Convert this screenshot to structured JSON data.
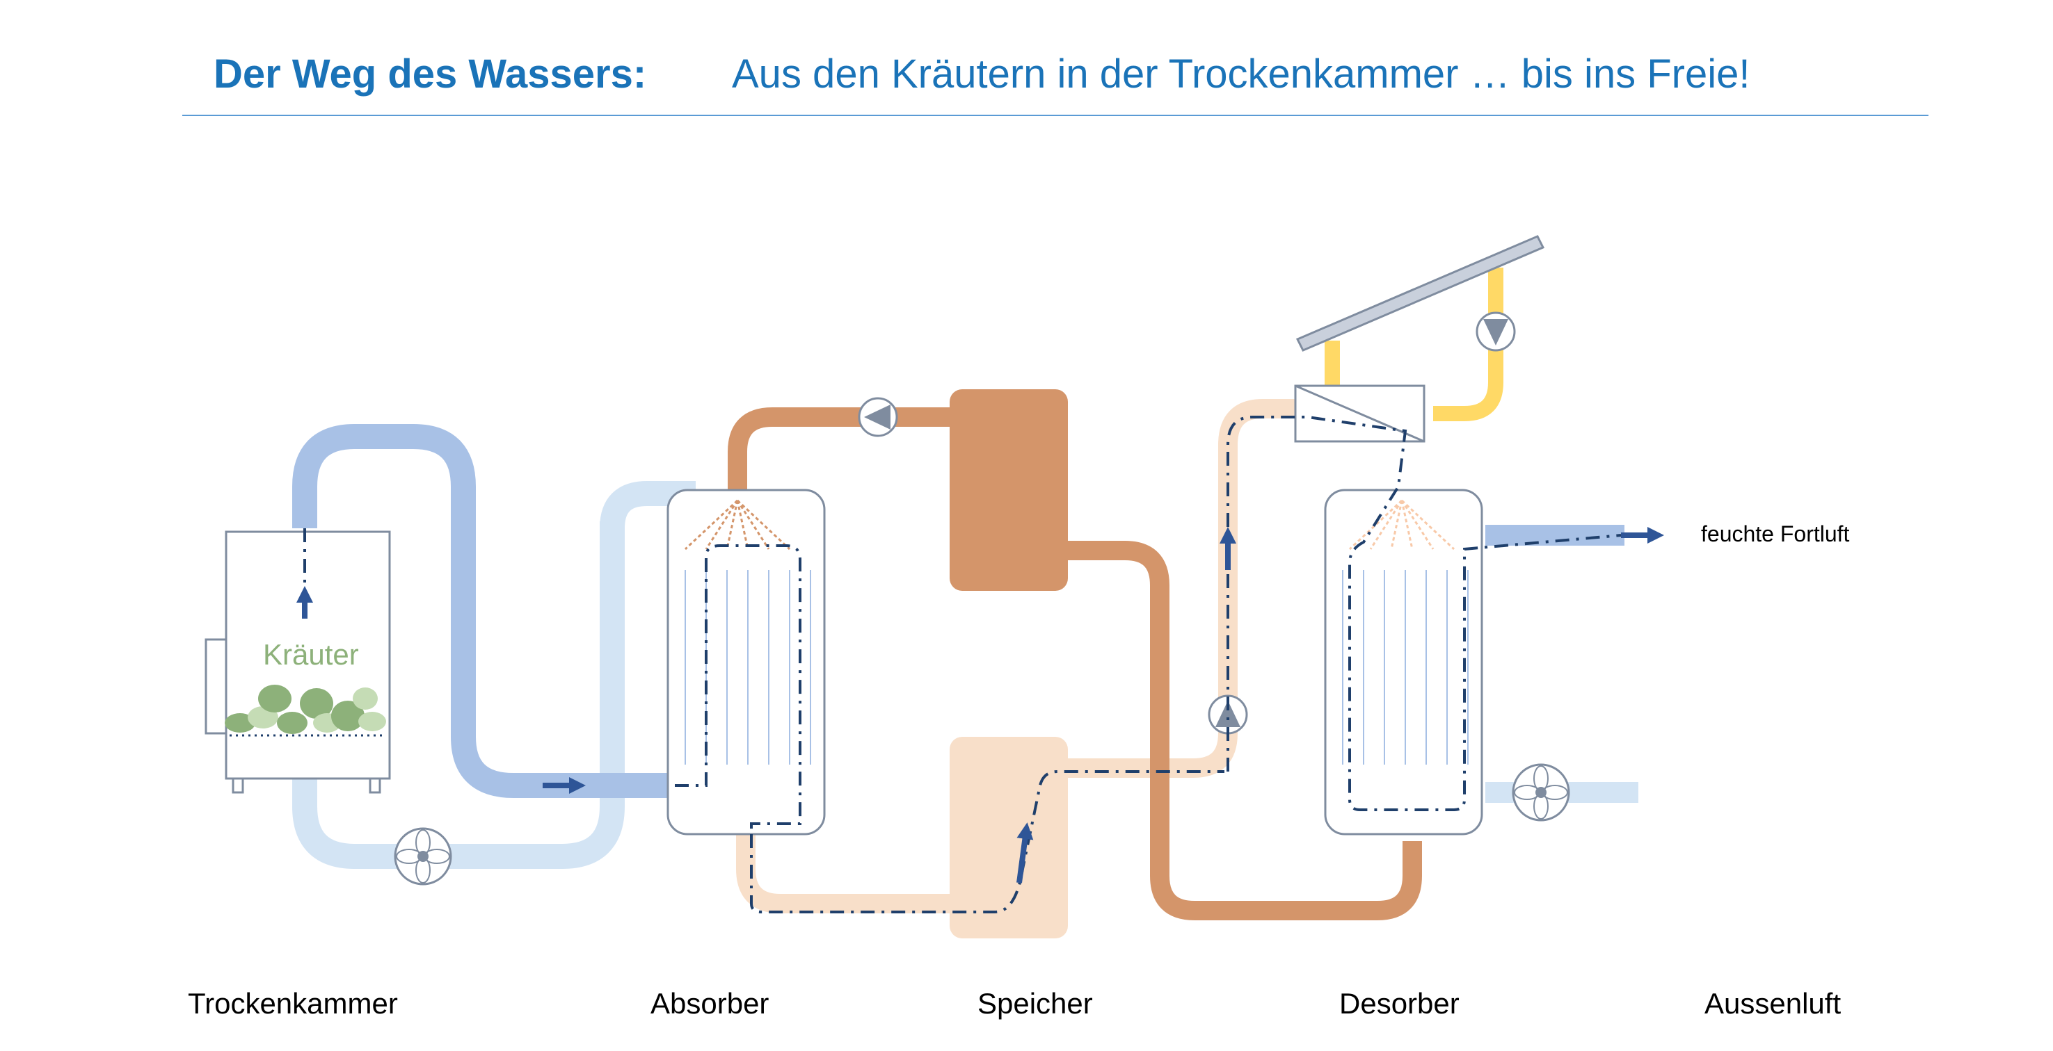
{
  "title": {
    "main": "Der Weg des Wassers:",
    "sub": "Aus den Kräutern in der Trockenkammer … bis ins Freie!"
  },
  "chamber_label": "Kräuter",
  "outlet_label": "feuchte Fortluft",
  "stations": [
    "Trockenkammer",
    "Absorber",
    "Speicher",
    "Desorber",
    "Aussenluft"
  ],
  "colors": {
    "title": "#1a73b8",
    "rule": "#5b9bd5",
    "air_dry": "#a8c1e6",
    "air_fresh": "#d3e4f4",
    "sorbent_hot": "#d4956a",
    "sorbent_dilute": "#f8dfc9",
    "solar_fluid": "#ffd966",
    "water_path": "#1f3f6b",
    "arrow": "#2e5597",
    "equipment": "#7f8c9f",
    "herbs": "#8db17a"
  }
}
